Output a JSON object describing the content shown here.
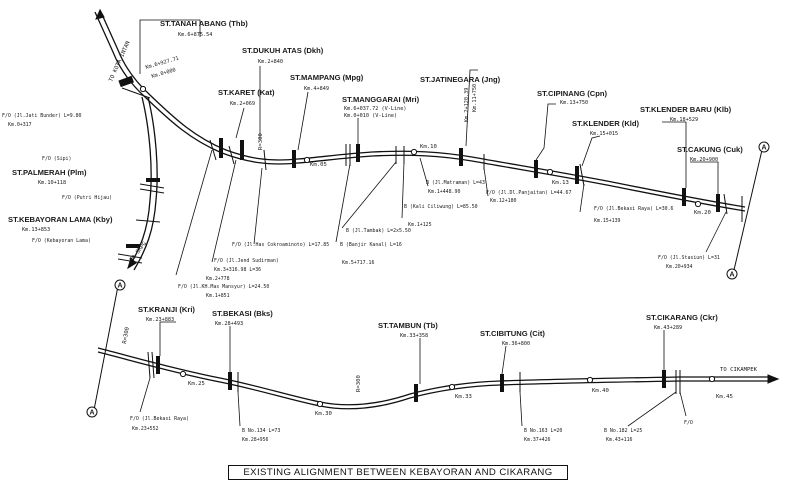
{
  "caption": "EXISTING ALIGNMENT BETWEEN KEBAYORAN AND CIKARANG",
  "stations": [
    {
      "name": "ST.TANAH ABANG (Thb)",
      "km": "Km.6+875.54"
    },
    {
      "name": "ST.DUKUH ATAS (Dkh)",
      "km": "Km.2+840"
    },
    {
      "name": "ST.KARET (Kat)",
      "km": "Km.2+069"
    },
    {
      "name": "ST.MAMPANG (Mpg)",
      "km": "Km.4+849"
    },
    {
      "name": "ST.MANGGARAI (Mri)",
      "km": "Km.6+037.72 (V-Line)",
      "km2": "Km.0+010 (V-Line)"
    },
    {
      "name": "ST.JATINEGARA (Jng)",
      "km": "Km.2+120.39",
      "km2": "Km.11+750"
    },
    {
      "name": "ST.CIPINANG (Cpn)",
      "km": "Km.13+750"
    },
    {
      "name": "ST.KLENDER (Kld)",
      "km": "Km.15+015"
    },
    {
      "name": "ST.KLENDER BARU (Klb)",
      "km": "Km.18+529"
    },
    {
      "name": "ST.CAKUNG (Cuk)",
      "km": "Km.20+900"
    },
    {
      "name": "ST.PALMERAH (Plm)",
      "km": "Km.10+118"
    },
    {
      "name": "ST.KEBAYORAN LAMA (Kby)",
      "km": "Km.13+853"
    },
    {
      "name": "ST.KRANJI (Kri)",
      "km": "Km.23+883"
    },
    {
      "name": "ST.BEKASI (Bks)",
      "km": "Km.28+493"
    },
    {
      "name": "ST.TAMBUN (Tb)",
      "km": "Km.33+358"
    },
    {
      "name": "ST.CIBITUNG (Cit)",
      "km": "Km.36+800"
    },
    {
      "name": "ST.CIKARANG (Ckr)",
      "km": "Km.43+289"
    }
  ],
  "tanah_abang_extra_km": [
    "Km.6+927.71",
    "Km.0+000"
  ],
  "to_labels": {
    "kota_intan": "TO KOTA INTAN",
    "serpong": "TO SRPG",
    "cikampek": "TO CIKAMPEK"
  },
  "annotations": {
    "jati_bunder": "F/O (Jl.Jati Bunder) L=9.80",
    "km0_317": "Km.0+317",
    "fo_sipi": "F/O (Sipi)",
    "putri_hijau": "F/O (Putri Hijau)",
    "kebayoran_lama_fo": "F/O (Kebayoran Lama)",
    "cokroaminoto": "F/O (Jl.Has Cokroaminoto) L=17.85",
    "sudirman": "F/O (Jl.Jend Sudirman)",
    "sudirman_km": "Km.3+316.98  L=36",
    "manggala": "F/O (Jl.KH.Mas Mansyur) L=24.50",
    "manggala_km": "Km.2+778",
    "km1_851": "Km.1+851",
    "b_tambak": "B (Jl.Tambak) L=2x5.50",
    "b_banjir": "B (Banjir Kanal) L=16",
    "km5_717": "Km.5+717.16",
    "b_kali_ciliwung": "B (Kali Ciliwung) L=85.50",
    "km1_125": "Km.1+125",
    "b_matraman": "B (Jl.Matraman) L=43",
    "km1_448": "Km.1+448.90",
    "km12_180": "Km.12+180",
    "fo_pangeran": "F/O (Jl.Dl.Panjaitan) L=44.67",
    "fo_bekasi_raya": "F/O (Jl.Bekasi Raya) L=30.6",
    "km15_139": "Km.15+139",
    "fo_stasiun": "F/O (Jl.Stasiun) L=31",
    "km20_934": "Km.20+934",
    "fo_bekasi_raya2": "F/O (Jl.Bekasi Raya)",
    "km23_552": "Km.23+552",
    "b134": "B No.134 L=73",
    "km28_956": "Km.28+956",
    "b163": "B No.163 L=20",
    "km37_426": "Km.37+426",
    "b182": "B No.182 L=25",
    "km43_116": "Km.43+116",
    "fo_end": "F/O"
  },
  "km_marks": [
    "Km.05",
    "Km.10",
    "Km.13",
    "Km.20",
    "Km.25",
    "Km.30",
    "Km.33",
    "Km.40",
    "Km.45"
  ],
  "radius_labels": [
    "R=300",
    "R=300",
    "R=300"
  ],
  "match_points": [
    "A",
    "A",
    "A",
    "A"
  ]
}
